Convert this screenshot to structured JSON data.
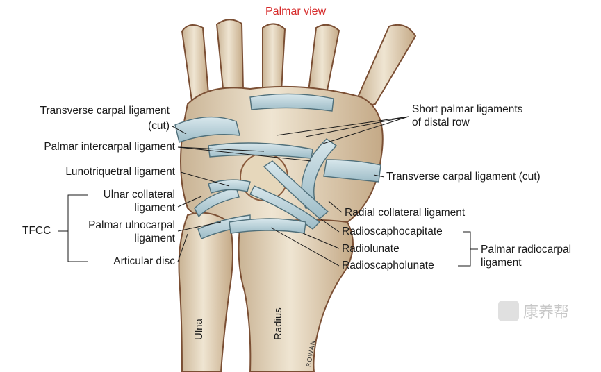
{
  "title": "Palmar view",
  "labels": {
    "transverse_left_1": "Transverse carpal ligament",
    "transverse_left_2": "(cut)",
    "palmar_intercarpal": "Palmar intercarpal ligament",
    "lunotriquetral": "Lunotriquetral ligament",
    "ulnar_collateral_1": "Ulnar collateral",
    "ulnar_collateral_2": "ligament",
    "tfcc": "TFCC",
    "palmar_ulnocarpal_1": "Palmar ulnocarpal",
    "palmar_ulnocarpal_2": "ligament",
    "articular_disc": "Articular disc",
    "short_palmar_1": "Short palmar ligaments",
    "short_palmar_2": "of distal row",
    "transverse_right": "Transverse carpal ligament (cut)",
    "radial_collateral": "Radial collateral ligament",
    "radioscaphocapitate": "Radioscaphocapitate",
    "radiolunate": "Radiolunate",
    "radioscapholunate": "Radioscapholunate",
    "palmar_radiocarpal_1": "Palmar radiocarpal",
    "palmar_radiocarpal_2": "ligament",
    "ulna": "Ulna",
    "radius": "Radius"
  },
  "signature": "ROWAN",
  "watermark": "康养帮",
  "colors": {
    "title": "#d62a2a",
    "bone": "#e8dcc4",
    "bone_shadow": "#8a5a3c",
    "ligament": "#b7d0d8",
    "ligament_stroke": "#4f6f7a"
  }
}
